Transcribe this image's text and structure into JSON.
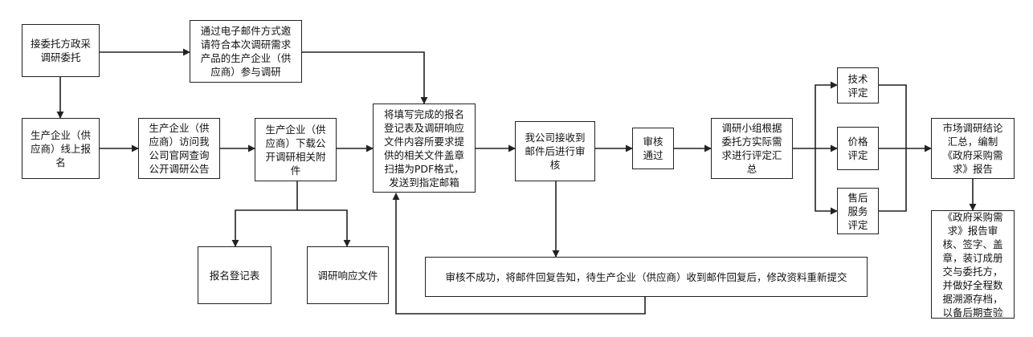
{
  "nodes": {
    "n_accept": "接委托方政采\n调研委托",
    "n_email": "通过电子邮件方式邀\n请符合本次调研需求\n产品的生产企业（供\n应商）参与调研",
    "n_signup": "生产企业（供\n应商）线上报\n名",
    "n_visit": "生产企业（供\n应商）访问我\n公司官网查询\n公开调研公告",
    "n_download": "生产企业（供\n应商）下载公\n开调研相关附\n件",
    "n_form": "报名登记表",
    "n_response": "调研响应文件",
    "n_scan": "将填写完成的报名\n登记表及调研响应\n文件内容所要求提\n供的相关文件盖章\n扫描为PDF格式，\n发送到指定邮箱",
    "n_receive": "我公司接收到\n邮件后进行审\n核",
    "n_pass": "审核\n通过",
    "n_team": "调研小组根据\n委托方实际需\n求进行评定汇\n总",
    "n_tech": "技术\n评定",
    "n_price": "价格\n评定",
    "n_service": "售后\n服务\n评定",
    "n_market": "市场调研结论\n汇总，编制\n《政府采购需\n求》报告",
    "n_report": "《政府采购需\n求》报告审\n核、签字、盖\n章，装订成册\n交与委托方，\n并做好全程数\n据溯源存档，\n以备后期查验",
    "n_fail": "审核不成功，将邮件回复告知，待生产企业（供应商）收到邮件回复后，修改资料重新提交"
  }
}
